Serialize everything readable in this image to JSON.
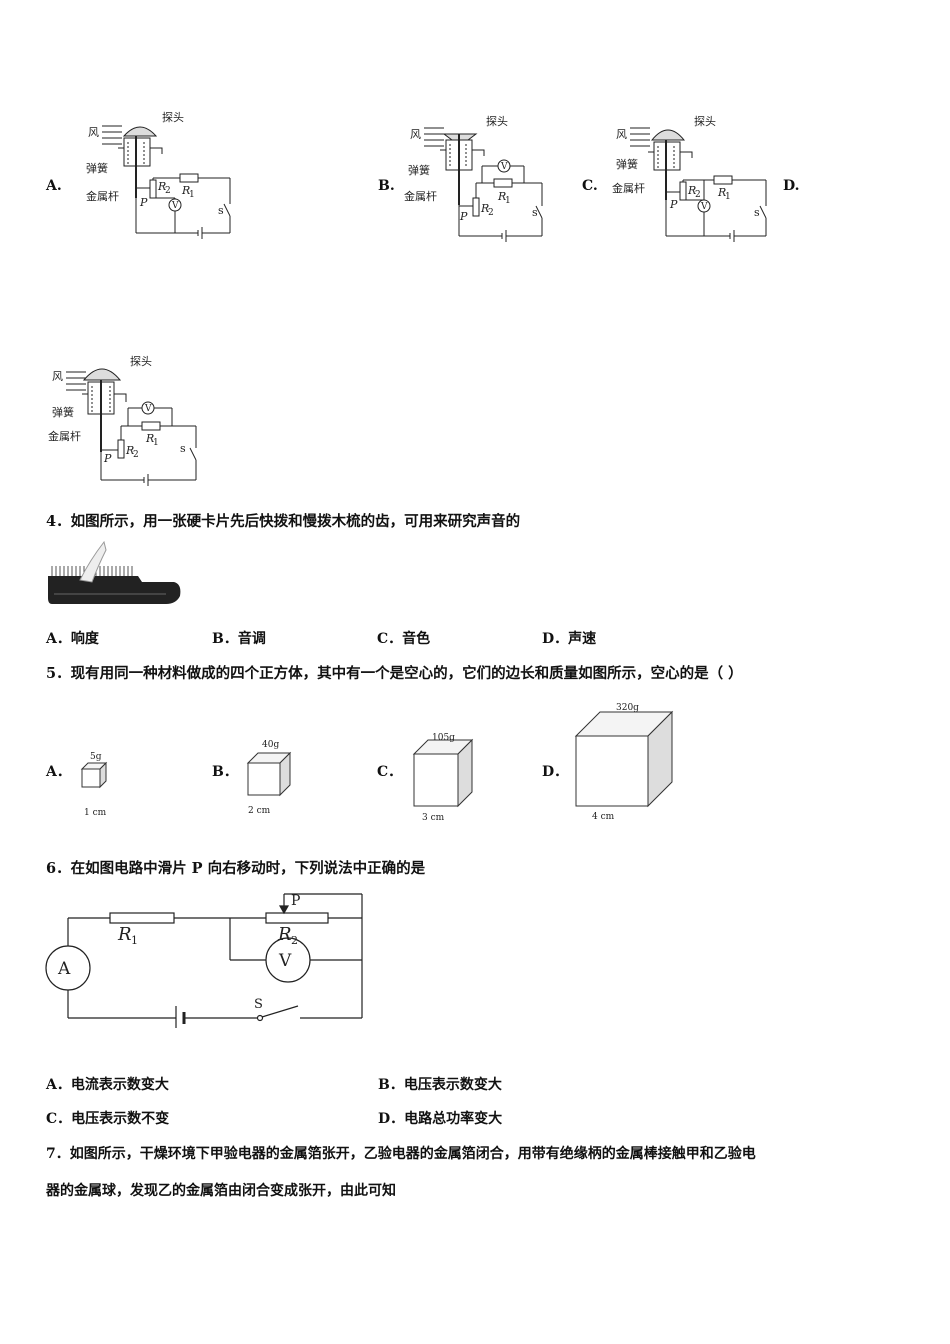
{
  "q3": {
    "options": [
      "A.",
      "B.",
      "C.",
      "D."
    ],
    "diagram_labels": {
      "wind": "风",
      "probe": "探头",
      "spring": "弹簧",
      "metal_rod": "金属杆",
      "slider": "P",
      "resistor_fixed": "R",
      "resistor_fixed_sub": "1",
      "resistor_var": "R",
      "resistor_var_sub": "2",
      "voltmeter": "V",
      "switch": "s"
    }
  },
  "q4": {
    "stem": "4．如图所示，用一张硬卡片先后快拨和慢拨木梳的齿，可用来研究声音的",
    "options": [
      "A．响度",
      "B．音调",
      "C．音色",
      "D．声速"
    ]
  },
  "q5": {
    "stem": "5．现有用同一种材料做成的四个正方体，其中有一个是空心的，它们的边长和质量如图所示，空心的是（ ）",
    "cubes": [
      {
        "option": "A．",
        "mass": "5g",
        "edge": "1 cm"
      },
      {
        "option": "B．",
        "mass": "40g",
        "edge": "2 cm"
      },
      {
        "option": "C．",
        "mass": "105g",
        "edge": "3 cm"
      },
      {
        "option": "D．",
        "mass": "320g",
        "edge": "4 cm"
      }
    ]
  },
  "q6": {
    "stem": "6．在如图电路中滑片 P 向右移动时，下列说法中正确的是",
    "circuit_labels": {
      "r1": "R",
      "r1_sub": "1",
      "r2": "R",
      "r2_sub": "2",
      "slider": "P",
      "ammeter": "A",
      "voltmeter": "V",
      "switch": "S"
    },
    "options": [
      "A．电流表示数变大",
      "B．电压表示数变大",
      "C．电压表示数不变",
      "D．电路总功率变大"
    ]
  },
  "q7": {
    "stem_line1": "7．如图所示，干燥环境下甲验电器的金属箔张开，乙验电器的金属箔闭合，用带有绝缘柄的金属棒接触甲和乙验电",
    "stem_line2": "器的金属球，发现乙的金属箔由闭合变成张开，由此可知"
  }
}
